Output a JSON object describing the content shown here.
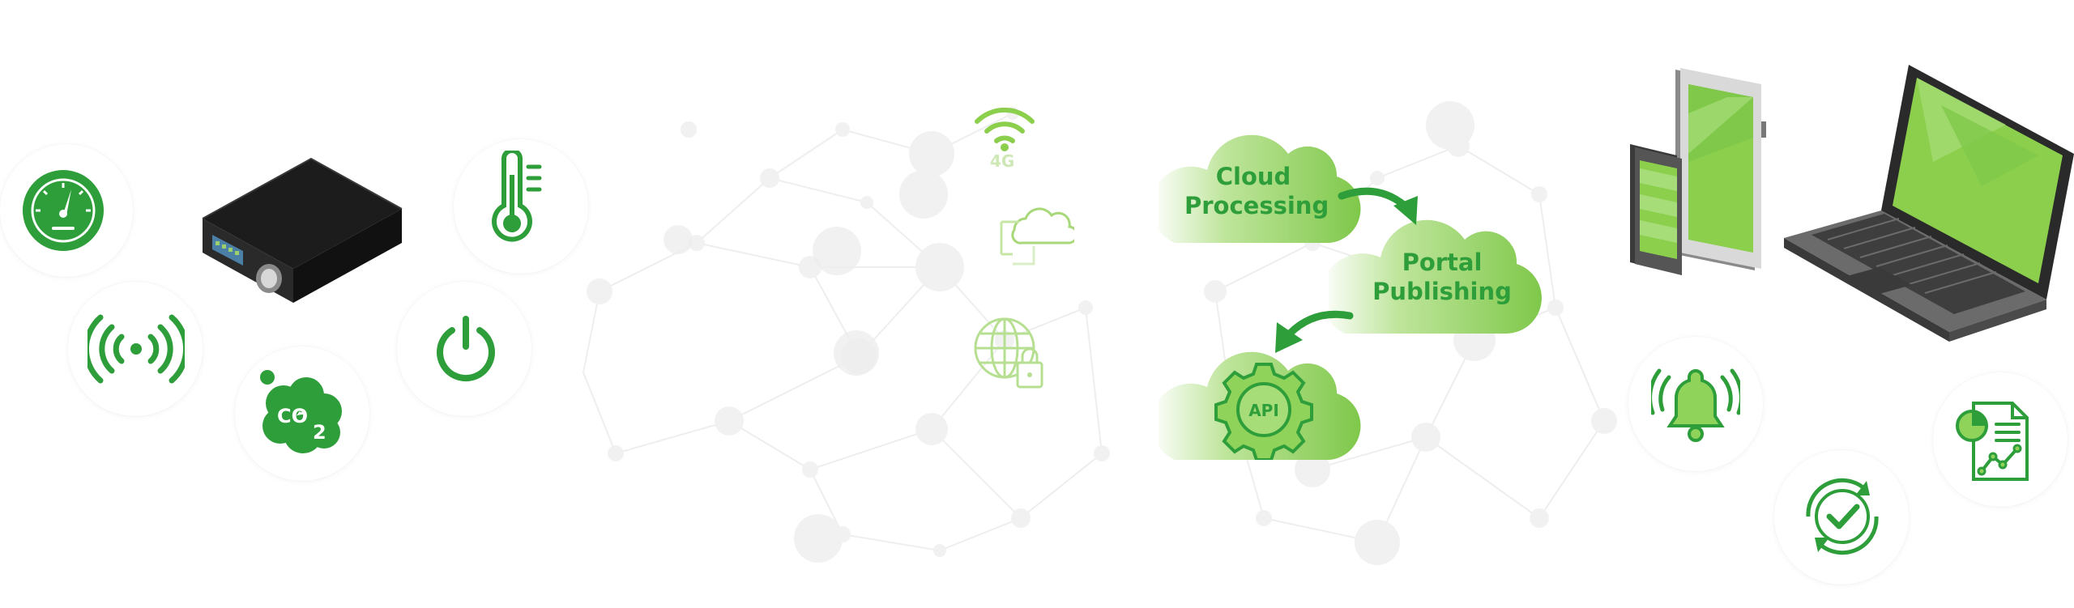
{
  "colors": {
    "green_primary": "#2e9e3a",
    "green_light": "#8ccf4d",
    "green_cloud": "#7fc84a",
    "device_dark": "#1c1c1c",
    "device_gray": "#6b6b6b",
    "net_faint": "#f2f2f2"
  },
  "sensor_icons": [
    "gauge-icon",
    "wireless-signal-icon",
    "co2-icon",
    "thermometer-icon",
    "power-icon"
  ],
  "connectivity_icons": [
    "wifi-4g-icon",
    "cloud-sync-icon",
    "secure-globe-icon"
  ],
  "clouds": {
    "processing": {
      "line1": "Cloud",
      "line2": "Processing"
    },
    "publishing": {
      "line1": "Portal",
      "line2": "Publishing"
    },
    "api": {
      "label": "API"
    }
  },
  "connectivity": {
    "cellular_label": "4G"
  },
  "sensors": {
    "co2_label": "CO",
    "co2_subscript": "2"
  },
  "output_icons": [
    "tablet-icon",
    "phone-icon",
    "laptop-icon",
    "bell-alert-icon",
    "checkmark-cycle-icon",
    "report-chart-icon"
  ]
}
